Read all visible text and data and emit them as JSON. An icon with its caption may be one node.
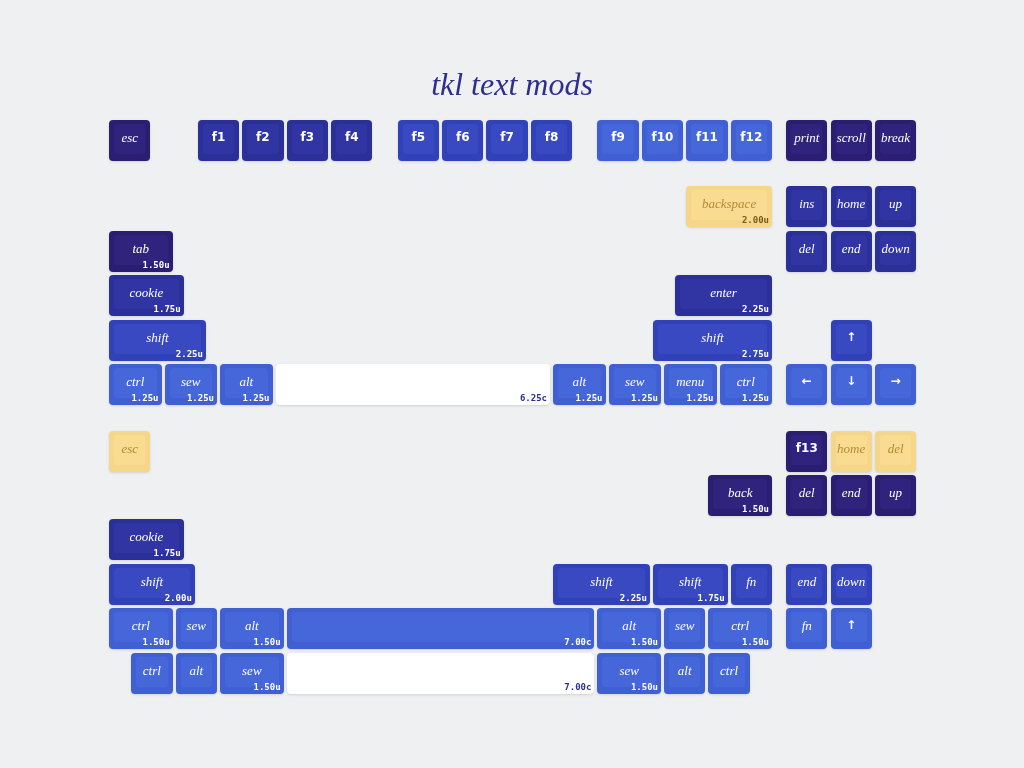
{
  "diagram": {
    "title": "tkl text mods",
    "nodes": [
      {
        "text": [
          "esc"
        ]
      },
      {
        "text": [
          "f1"
        ]
      },
      {
        "text": [
          "f2"
        ]
      },
      {
        "text": [
          "f3"
        ]
      },
      {
        "text": [
          "f4"
        ]
      },
      {
        "text": [
          "f5"
        ]
      },
      {
        "text": [
          "f6"
        ]
      },
      {
        "text": [
          "f7"
        ]
      },
      {
        "text": [
          "f8"
        ]
      },
      {
        "text": [
          "f9"
        ]
      },
      {
        "text": [
          "f10"
        ]
      },
      {
        "text": [
          "f11"
        ]
      },
      {
        "text": [
          "f12"
        ]
      },
      {
        "text": [
          "print"
        ]
      },
      {
        "text": [
          "scroll"
        ]
      },
      {
        "text": [
          "break"
        ]
      },
      {
        "text": [
          "backspace",
          "2.00u"
        ]
      },
      {
        "text": [
          "ins"
        ]
      },
      {
        "text": [
          "home"
        ]
      },
      {
        "text": [
          "up"
        ]
      },
      {
        "text": [
          "tab",
          "1.50u"
        ]
      },
      {
        "text": [
          "del"
        ]
      },
      {
        "text": [
          "end"
        ]
      },
      {
        "text": [
          "down"
        ]
      },
      {
        "text": [
          "cookie",
          "1.75u"
        ]
      },
      {
        "text": [
          "enter",
          "2.25u"
        ]
      },
      {
        "text": [
          "shift",
          "2.25u"
        ]
      },
      {
        "text": [
          "shift",
          "2.75u"
        ]
      },
      {
        "text": [
          "↑"
        ]
      },
      {
        "text": [
          "ctrl",
          "1.25u"
        ]
      },
      {
        "text": [
          "sew",
          "1.25u"
        ]
      },
      {
        "text": [
          "alt",
          "1.25u"
        ]
      },
      {
        "text": [
          "6.25c"
        ]
      },
      {
        "text": [
          "alt",
          "1.25u"
        ]
      },
      {
        "text": [
          "sew",
          "1.25u"
        ]
      },
      {
        "text": [
          "menu",
          "1.25u"
        ]
      },
      {
        "text": [
          "ctrl",
          "1.25u"
        ]
      },
      {
        "text": [
          "←"
        ]
      },
      {
        "text": [
          "↓"
        ]
      },
      {
        "text": [
          "→"
        ]
      },
      {
        "text": [
          "esc"
        ]
      },
      {
        "text": [
          "f13"
        ]
      },
      {
        "text": [
          "home"
        ]
      },
      {
        "text": [
          "del"
        ]
      },
      {
        "text": [
          "back",
          "1.50u"
        ]
      },
      {
        "text": [
          "del"
        ]
      },
      {
        "text": [
          "end"
        ]
      },
      {
        "text": [
          "up"
        ]
      },
      {
        "text": [
          "cookie",
          "1.75u"
        ]
      },
      {
        "text": [
          "shift",
          "2.00u"
        ]
      },
      {
        "text": [
          "shift",
          "2.25u"
        ]
      },
      {
        "text": [
          "shift",
          "1.75u"
        ]
      },
      {
        "text": [
          "fn"
        ]
      },
      {
        "text": [
          "end"
        ]
      },
      {
        "text": [
          "down"
        ]
      },
      {
        "text": [
          "ctrl",
          "1.50u"
        ]
      },
      {
        "text": [
          "sew"
        ]
      },
      {
        "text": [
          "alt",
          "1.50u"
        ]
      },
      {
        "text": [
          "7.00c"
        ]
      },
      {
        "text": [
          "alt",
          "1.50u"
        ]
      },
      {
        "text": [
          "sew"
        ]
      },
      {
        "text": [
          "ctrl",
          "1.50u"
        ]
      },
      {
        "text": [
          "fn"
        ]
      },
      {
        "text": [
          "↑"
        ]
      },
      {
        "text": [
          "ctrl"
        ]
      },
      {
        "text": [
          "alt"
        ]
      },
      {
        "text": [
          "sew",
          "1.50u"
        ]
      },
      {
        "text": [
          "7.00c"
        ]
      },
      {
        "text": [
          "sew",
          "1.50u"
        ]
      },
      {
        "text": [
          "alt"
        ]
      },
      {
        "text": [
          "ctrl"
        ]
      }
    ]
  }
}
